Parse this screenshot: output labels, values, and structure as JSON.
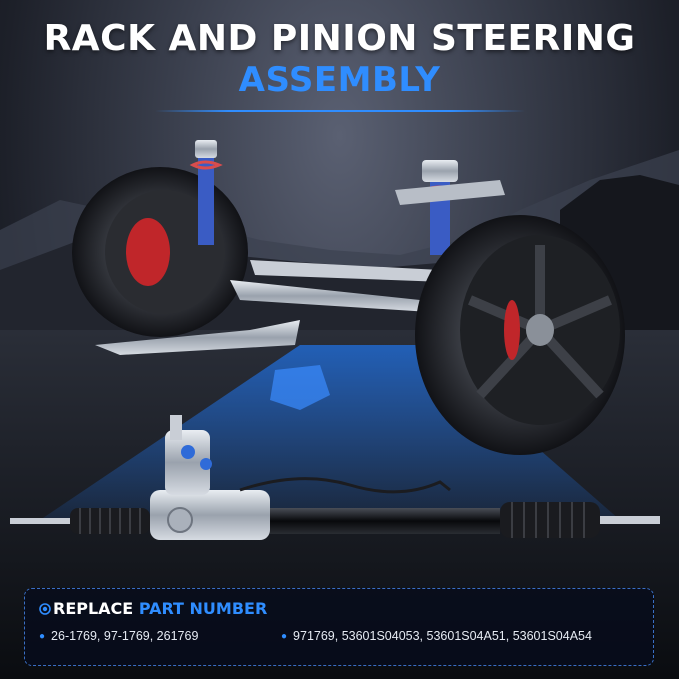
{
  "header": {
    "title": "RACK AND PINION STEERING",
    "subtitle": "ASSEMBLY"
  },
  "colors": {
    "accent": "#2f8dff",
    "title": "#ffffff",
    "panel_bg": "#060c1c"
  },
  "icons": {
    "heading_icon": "target-icon",
    "list_bullet": "bullet-dot"
  },
  "replace_panel": {
    "label_white": "REPLACE",
    "label_blue": "PART NUMBER",
    "left_numbers": "26-1769, 97-1769, 261769",
    "right_numbers": "971769, 53601S04053, 53601S04A51, 53601S04A54"
  }
}
